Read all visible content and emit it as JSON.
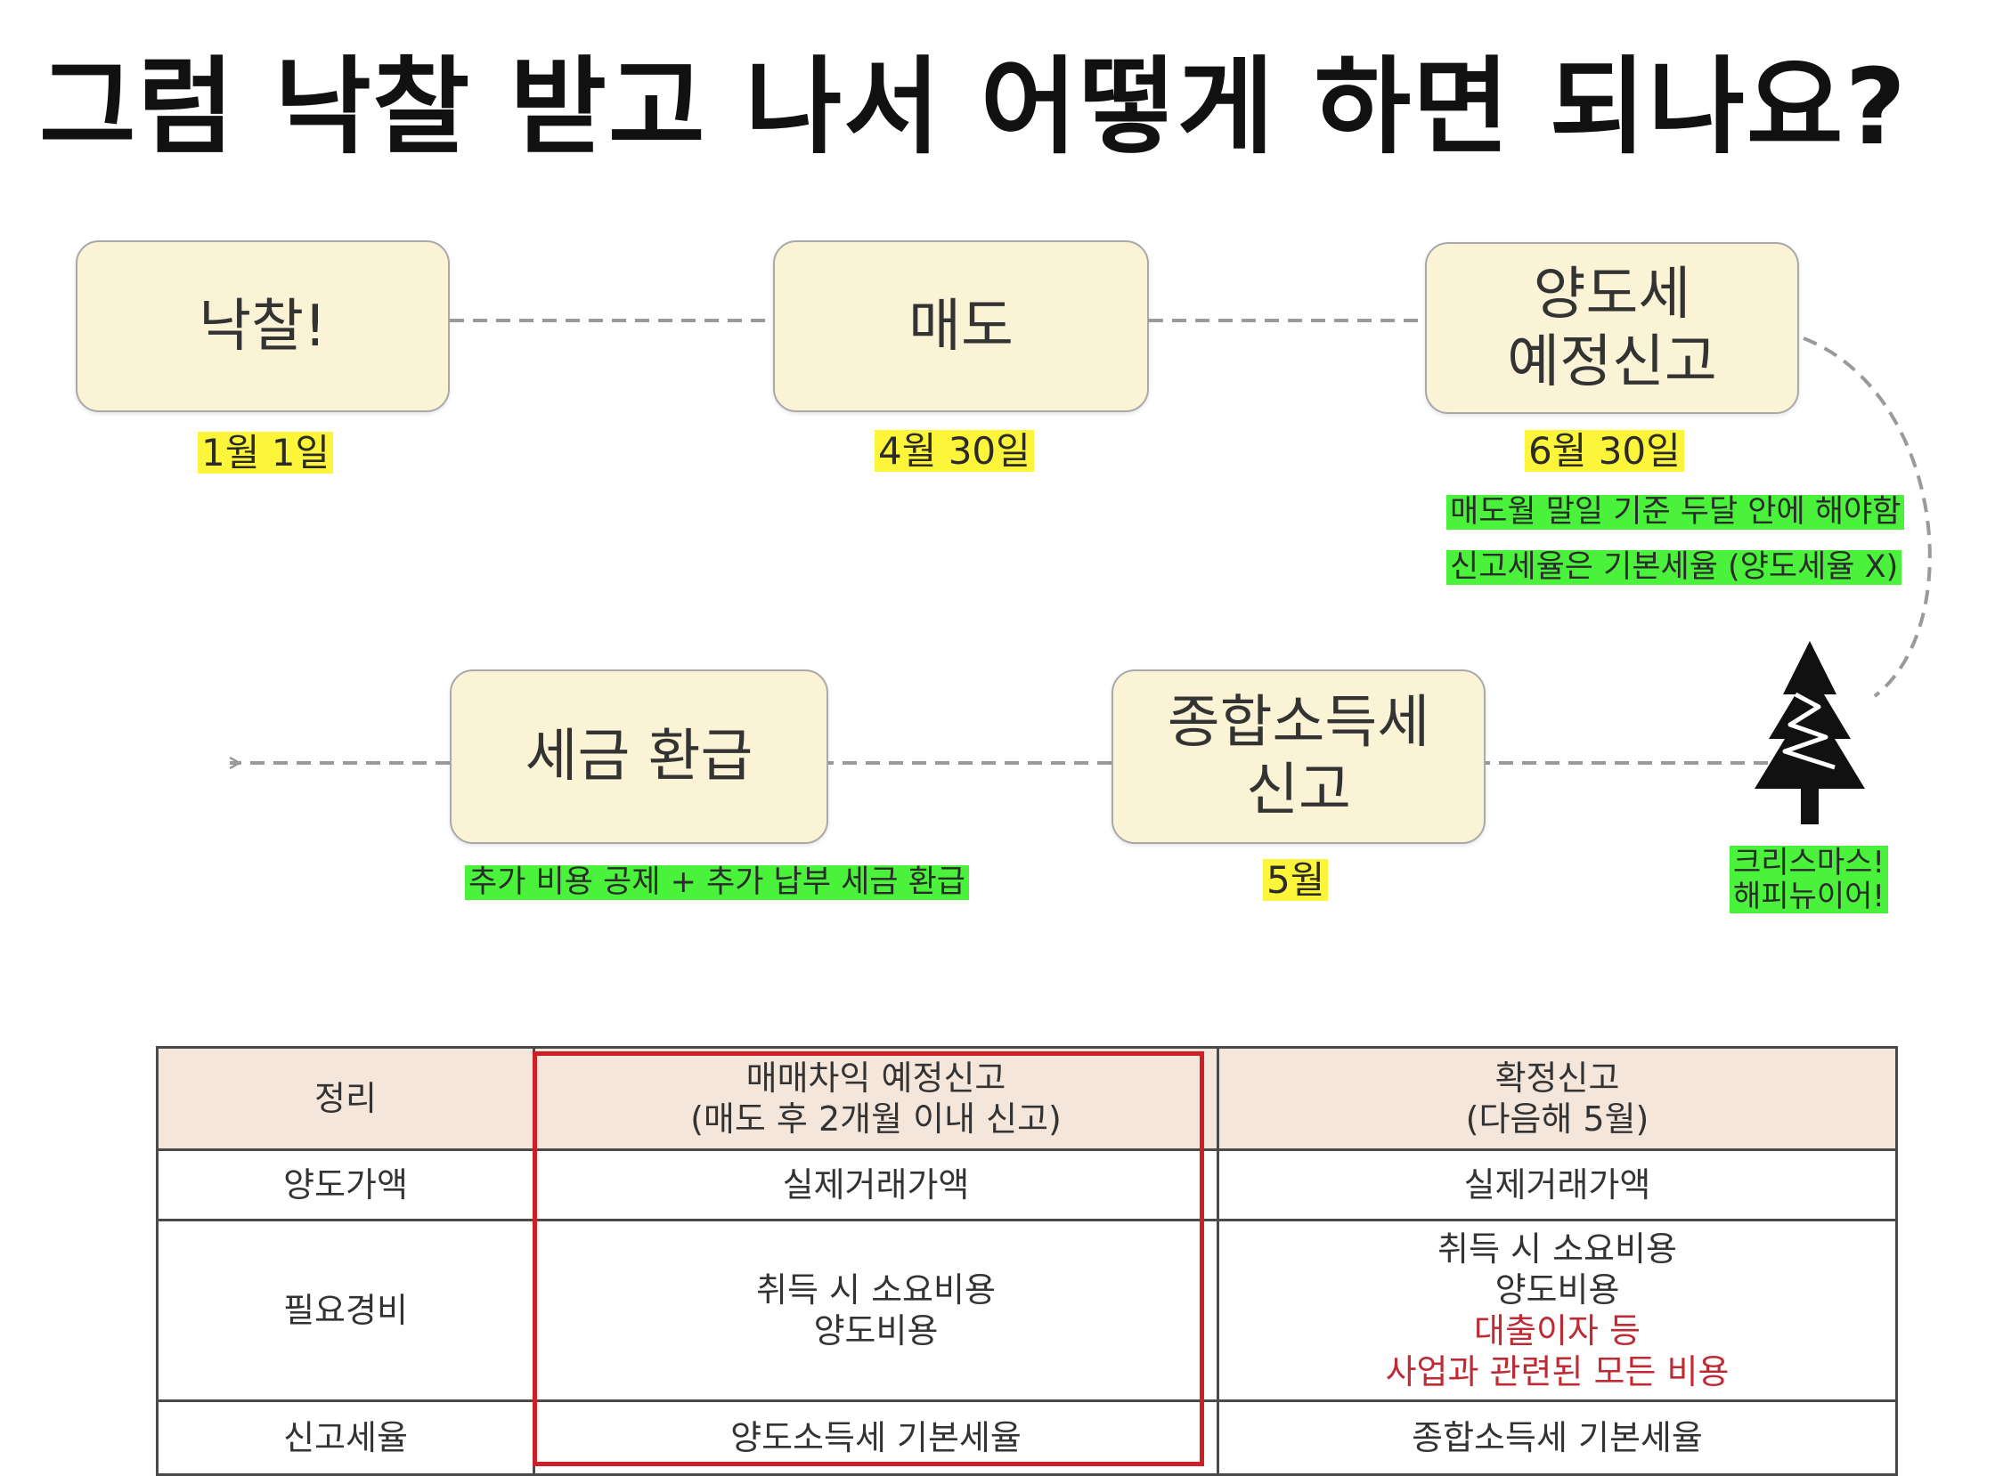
{
  "title": "그럼 낙찰 받고 나서 어떻게 하면 되나요?",
  "flow": {
    "steps": [
      {
        "label": "낙찰!",
        "date": "1월 1일"
      },
      {
        "label": "매도",
        "date": "4월 30일"
      },
      {
        "label": "양도세\n예정신고",
        "date": "6월 30일",
        "notes": [
          "매도월 말일 기준 두달 안에 해야함",
          "신고세율은 기본세율 (양도세율 X)"
        ]
      },
      {
        "label": "종합소득세\n신고",
        "date": "5월"
      },
      {
        "label": "세금 환급",
        "note": "추가 비용 공제 + 추가 납부 세금 환급"
      }
    ],
    "christmas": {
      "icon": "christmas-tree-icon",
      "note": "크리스마스!\n해피뉴이어!"
    }
  },
  "table": {
    "headers": [
      "정리",
      "매매차익 예정신고\n(매도 후 2개월 이내 신고)",
      "확정신고\n(다음해 5월)"
    ],
    "rows": [
      {
        "label": "양도가액",
        "preliminary": [
          "실제거래가액"
        ],
        "final": [
          "실제거래가액"
        ]
      },
      {
        "label": "필요경비",
        "preliminary": [
          "취득 시 소요비용",
          "양도비용"
        ],
        "final": [
          "취득 시 소요비용",
          "양도비용",
          "대출이자 등",
          "사업과 관련된 모든 비용"
        ]
      },
      {
        "label": "신고세율",
        "preliminary": [
          "양도소득세 기본세율"
        ],
        "final": [
          "종합소득세 기본세율"
        ]
      }
    ]
  },
  "colors": {
    "box_fill": "#fbf3d6",
    "highlight_yellow": "#fdf53a",
    "highlight_green": "#4bf23c",
    "accent_red": "#cf1f26"
  }
}
